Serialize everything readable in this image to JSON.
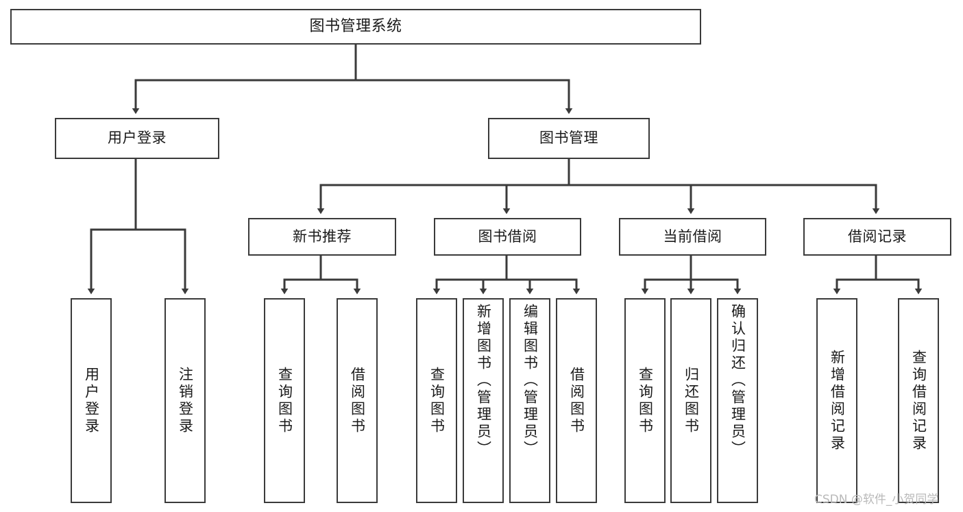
{
  "diagram": {
    "type": "tree-hierarchy-chart",
    "title": "图书管理系统",
    "line_color": "#3a3a3a",
    "box_fill": "#ffffff",
    "text_color": "#1a1a1a"
  },
  "nodes": {
    "root": {
      "label": "图书管理系统"
    },
    "level1": [
      {
        "label": "用户登录"
      },
      {
        "label": "图书管理"
      }
    ],
    "level2": [
      {
        "label": "新书推荐"
      },
      {
        "label": "图书借阅"
      },
      {
        "label": "当前借阅"
      },
      {
        "label": "借阅记录"
      }
    ],
    "leaves_user_login": [
      {
        "label": "用户登录"
      },
      {
        "label": "注销登录"
      }
    ],
    "leaves_new_book": [
      {
        "label": "查询图书"
      },
      {
        "label": "借阅图书"
      }
    ],
    "leaves_borrow": [
      {
        "label": "查询图书"
      },
      {
        "label": "新增图书（管理员）"
      },
      {
        "label": "编辑图书（管理员）"
      },
      {
        "label": "借阅图书"
      }
    ],
    "leaves_current": [
      {
        "label": "查询图书"
      },
      {
        "label": "归还图书"
      },
      {
        "label": "确认归还（管理员）"
      }
    ],
    "leaves_record": [
      {
        "label": "新增借阅记录"
      },
      {
        "label": "查询借阅记录"
      }
    ]
  },
  "watermark": {
    "text": "CSDN @软件_小贺同学"
  }
}
